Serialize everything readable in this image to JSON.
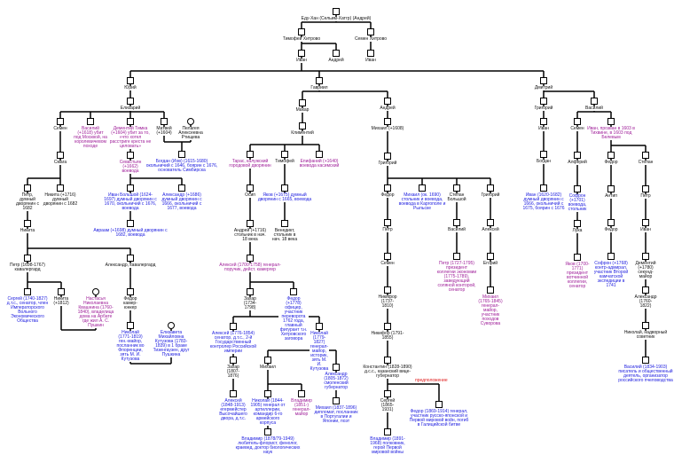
{
  "colors": {
    "k": "#111111",
    "b": "#2020e0",
    "m": "#a0209a",
    "r": "#e02020"
  },
  "note": "предположение",
  "people": [
    {
      "t": "Еду-Хан (Сельим-Хатгр) (Андрей)",
      "c": "k"
    },
    {
      "t": "Тимофей Хитрово",
      "c": "k"
    },
    {
      "t": "Семен Хитрово",
      "c": "k"
    },
    {
      "t": "Иван",
      "c": "k"
    },
    {
      "t": "Андрей",
      "c": "k"
    },
    {
      "t": "Иван",
      "c": "k"
    },
    {
      "t": "Юрий",
      "c": "k"
    },
    {
      "t": "Гавриил",
      "c": "k"
    },
    {
      "t": "Дмитрий",
      "c": "k"
    },
    {
      "t": "Елизарий",
      "c": "k"
    },
    {
      "t": "Семен",
      "c": "k"
    },
    {
      "t": "Василий (+1618) убит под Москвой, на королевичевом походе",
      "c": "m"
    },
    {
      "t": "Дементий Тимка (+1604) убит за то, «что хотел расстриге креста не целовать»",
      "c": "m"
    },
    {
      "t": "Матвей (+1604)",
      "c": "k"
    },
    {
      "t": "Пелагея Алексеевна Ртищева",
      "c": "k"
    },
    {
      "t": "Богдан (Иов) (1615-1680) окольничий с 1646, боярин с 1676, основатель Симбирска",
      "c": "b"
    },
    {
      "t": "Смага",
      "c": "k"
    },
    {
      "t": "Севастьян (+1662) воевода",
      "c": "m"
    },
    {
      "t": "Петр, думный дворянин с 1682",
      "c": "k"
    },
    {
      "t": "Никита (+1716) думный дворянин с 1682",
      "c": "k"
    },
    {
      "t": "Иван Большой (1624-1697) думный дворянин с 1670, окольничий с 1676, воевода",
      "c": "b"
    },
    {
      "t": "Александр (+1686) думный дворянин с 1666, окольничий с 1677, воевода",
      "c": "b"
    },
    {
      "t": "Никита",
      "c": "k"
    },
    {
      "t": "Авраам (+1698) думный дворянин с 1682, воевода",
      "c": "b"
    },
    {
      "t": "Петр (1698-1767) кавалергард",
      "c": "k"
    },
    {
      "t": "Александр, кавалергард",
      "c": "k"
    },
    {
      "t": "Сергей (1740-1827) д.т.с., сенатор, член Императорского Вольного Экономического Общества",
      "c": "b"
    },
    {
      "t": "Никита (+1812)",
      "c": "k"
    },
    {
      "t": "Настасья Николаевна Квашнина (1760-1840), владелица дома на Арбате где жил А. С. Пушкин",
      "c": "m"
    },
    {
      "t": "Федор камер-юнкер",
      "c": "k"
    },
    {
      "t": "Николай (1771-1819) ген.-майор, посланник во Флоренции, зять М. И. Кутузова",
      "c": "b"
    },
    {
      "t": "Елизавета Михайловна Кутузова (1783-1839) в 1 браке Тизенгаузен, друг Пушкина",
      "c": "b"
    },
    {
      "t": "Макар",
      "c": "k"
    },
    {
      "t": "Андрей",
      "c": "k"
    },
    {
      "t": "Климентий",
      "c": "k"
    },
    {
      "t": "Тарас, калужский городовой дворянин",
      "c": "m"
    },
    {
      "t": "Тимофей",
      "c": "k"
    },
    {
      "t": "Епифаний (+1640) воевода касимский",
      "c": "m"
    },
    {
      "t": "Осип",
      "c": "k"
    },
    {
      "t": "Яков (+1675) думный дворянин с 1665, воевода",
      "c": "b"
    },
    {
      "t": "Андрей (+1716) стольник в нач. 18 века",
      "c": "k"
    },
    {
      "t": "Венедикт, стольник в нач. 18 века",
      "c": "k"
    },
    {
      "t": "Алексей (1700-1758) генерал-поручик, дейст. камергер",
      "c": "m"
    },
    {
      "t": "Захар (1734-1798)",
      "c": "k"
    },
    {
      "t": "Федор (+1778) офицер, участник переворота 1762 года, главный фигурант т.н. Хитровского заговора",
      "c": "b"
    },
    {
      "t": "Алексей (1776-1854) сенатор, д.т.с., 2-й Государственный контролер Российской империи",
      "c": "b"
    },
    {
      "t": "Николай (1779-1827) генерал-майор, историк, зять М. И. Кутузова",
      "c": "b"
    },
    {
      "t": "Захар (1807-1876)",
      "c": "k"
    },
    {
      "t": "Михаил",
      "c": "k"
    },
    {
      "t": "Александр (1805-1872) смоленский губернатор",
      "c": "b"
    },
    {
      "t": "Алексей (1848-1913) егермейстер Высочайшего двора, д.т.с.",
      "c": "b"
    },
    {
      "t": "Николай (1844-1905) генерал от артиллерии, командир 6-го армейского корпуса",
      "c": "b"
    },
    {
      "t": "Владимир (1851-) генерал-майор",
      "c": "m"
    },
    {
      "t": "Михаил (1837-1896) дипломат, посланник в Португалии и Японии, поэт",
      "c": "b"
    },
    {
      "t": "Владимир (1878/79-1949) любитель-флорист, фенолог, краевед, доктор биологических наук",
      "c": "b"
    },
    {
      "t": "Михаил (+1608)",
      "c": "k"
    },
    {
      "t": "Григорий",
      "c": "k"
    },
    {
      "t": "Федор",
      "c": "k"
    },
    {
      "t": "Михаил (ок. 1690) стольник и воевода, воевода в Каргополе и Рыльске",
      "c": "b"
    },
    {
      "t": "Степан Большой",
      "c": "k"
    },
    {
      "t": "Григорий",
      "c": "k"
    },
    {
      "t": "Петр",
      "c": "k"
    },
    {
      "t": "Василий",
      "c": "k"
    },
    {
      "t": "Алексей",
      "c": "k"
    },
    {
      "t": "Семен",
      "c": "k"
    },
    {
      "t": "Петр (1727-1795) президент коллегии экономии (1775-1789), заведующий соляной конторой, сенатор",
      "c": "m"
    },
    {
      "t": "Егорий",
      "c": "k"
    },
    {
      "t": "Никифор (1737-1810)",
      "c": "k"
    },
    {
      "t": "Михаил (1765-1845) генерал-майор, участник походов Суворова",
      "c": "m"
    },
    {
      "t": "Никифор (1791-1855)",
      "c": "k"
    },
    {
      "t": "Константин (1828-1890) д.с.с., казанский вице-губернатор",
      "c": "k"
    },
    {
      "t": "Сергей (1865-1931)",
      "c": "k"
    },
    {
      "t": "Федор (1869-1914) генерал, участник русско-японской и Первой мировой войн, погиб в Галицийской битве",
      "c": "b"
    },
    {
      "t": "Владимир (1891-1968) полковник, герой Первой мировой войны",
      "c": "b"
    },
    {
      "t": "Григорий",
      "c": "k"
    },
    {
      "t": "Василий",
      "c": "k"
    },
    {
      "t": "Иван",
      "c": "k"
    },
    {
      "t": "Семен",
      "c": "k"
    },
    {
      "t": "Иван, прозван в 1603 в Тихвине, в 1603 под Белевым",
      "c": "m"
    },
    {
      "t": "Богдан",
      "c": "k"
    },
    {
      "t": "Алферий",
      "c": "k"
    },
    {
      "t": "Федор",
      "c": "k"
    },
    {
      "t": "Степан",
      "c": "k"
    },
    {
      "t": "Иван (1620-1682) думный дворянин с 1666, окольничий с 1675, боярин с 1676",
      "c": "b"
    },
    {
      "t": "Софрон (+1701) воевода, стольник",
      "c": "b"
    },
    {
      "t": "Антип",
      "c": "k"
    },
    {
      "t": "Петр",
      "c": "k"
    },
    {
      "t": "Лука",
      "c": "k"
    },
    {
      "t": "Федор",
      "c": "k"
    },
    {
      "t": "Иван",
      "c": "k"
    },
    {
      "t": "Яков (1700-1771) президент вотчинной коллегии, сенатор",
      "c": "m"
    },
    {
      "t": "Софрон (+1768) контр-адмирал, участник Второй камчатской экспедиции в 1741",
      "c": "b"
    },
    {
      "t": "Дементий (+1780) секунд-майор",
      "c": "k"
    },
    {
      "t": "Александр (1760-1822)",
      "c": "k"
    },
    {
      "t": "Николай, надворный советник",
      "c": "k"
    },
    {
      "t": "Василий (1834-1903) писатель и общественный деятель, организатор российского пчеловодства",
      "c": "b"
    }
  ]
}
